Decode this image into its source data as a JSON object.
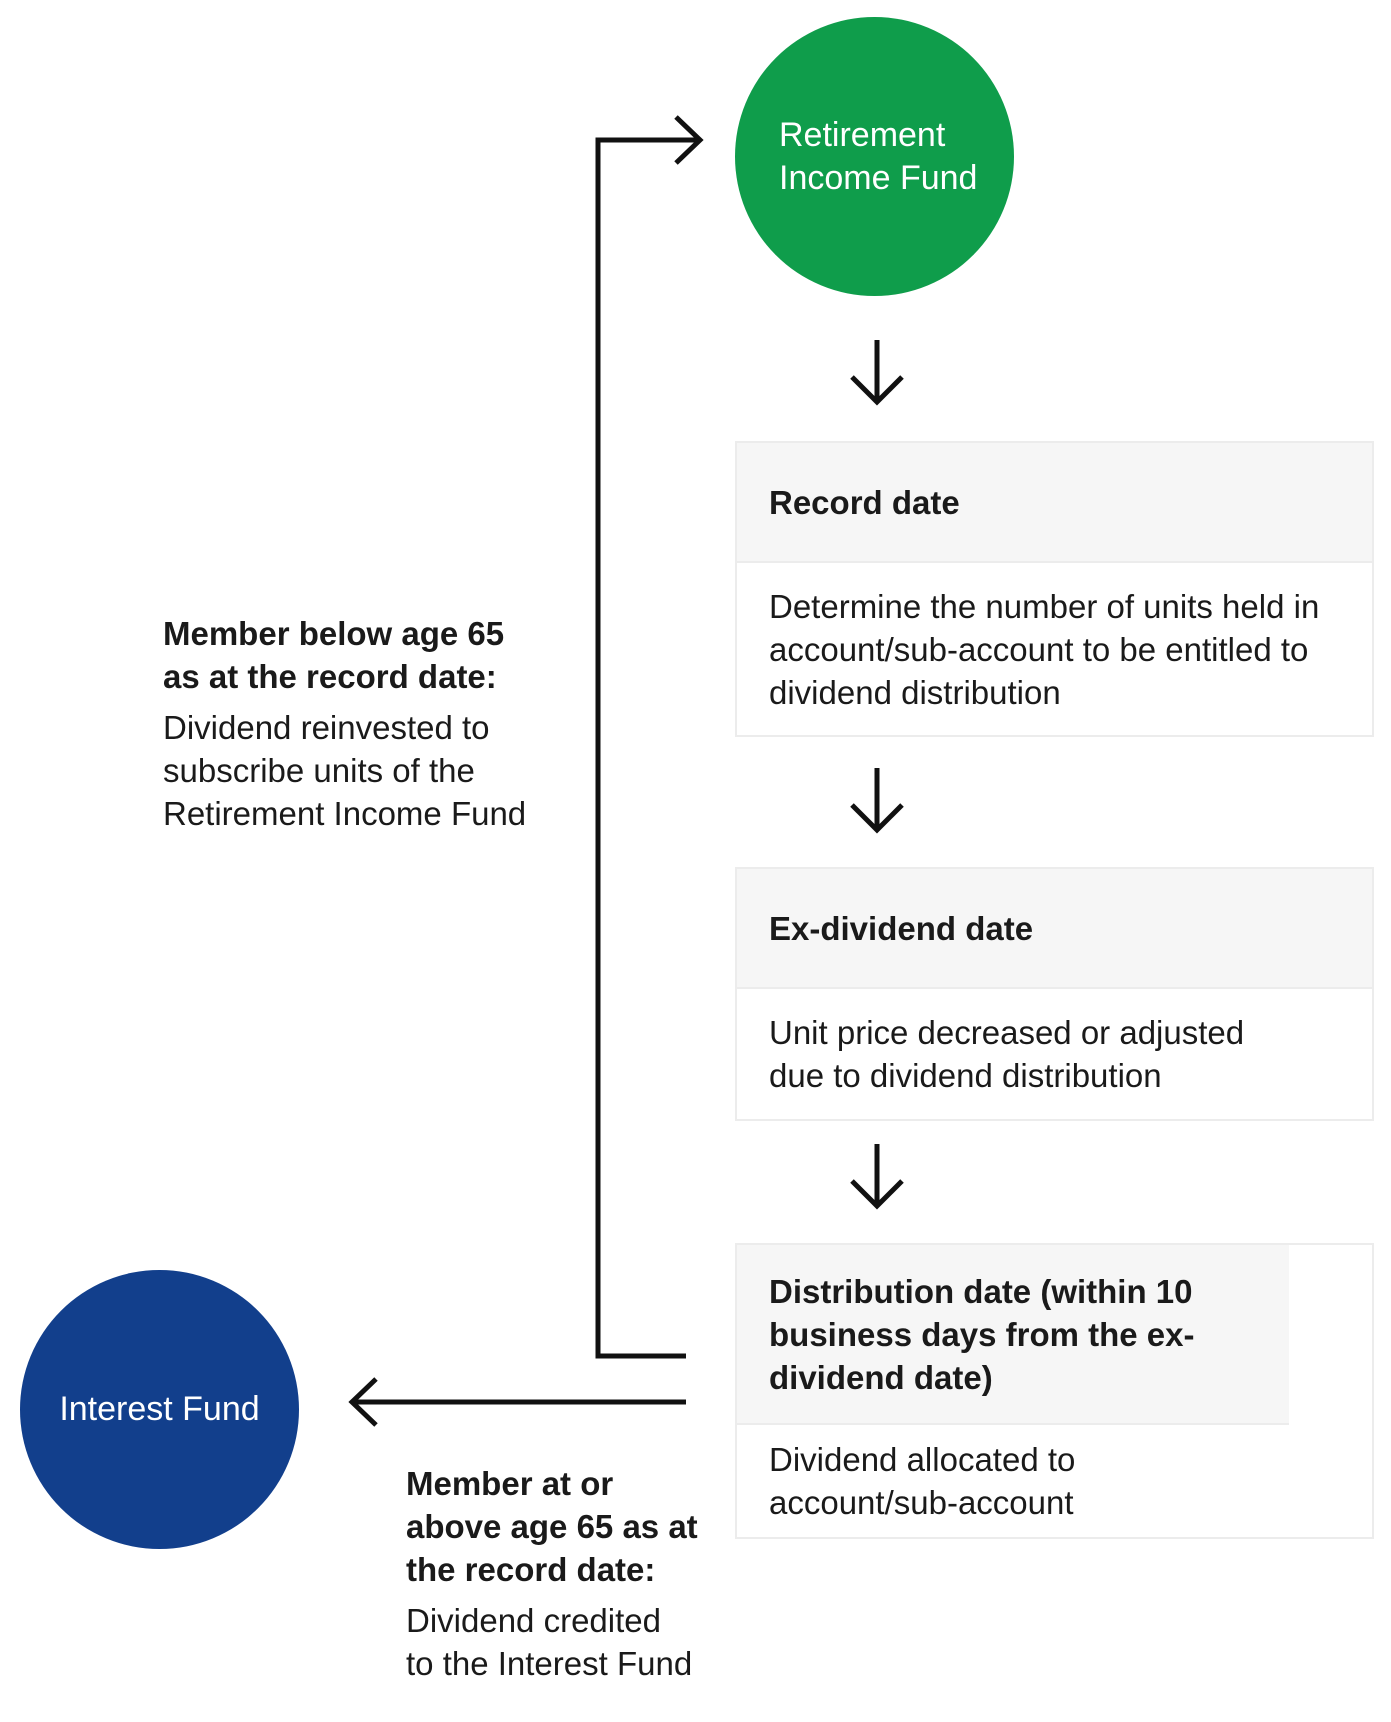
{
  "retirement_income_fund": {
    "label": "Retirement Income Fund",
    "color": "#0f9d4b"
  },
  "interest_fund": {
    "label": "Interest Fund",
    "color": "#123f8c"
  },
  "steps": [
    {
      "title": "Record date",
      "description": "Determine the number of units held in account/sub-account to be entitled to dividend distribution"
    },
    {
      "title": "Ex-dividend date",
      "description": "Unit price decreased or adjusted due to dividend distribution"
    },
    {
      "title": "Distribution date (within 10 business days from the ex-dividend date)",
      "description": "Dividend allocated to account/sub-account"
    }
  ],
  "notes": {
    "below_65": {
      "heading": "Member below age 65 as at the record date:",
      "text": "Dividend reinvested to subscribe units of the Retirement Income Fund"
    },
    "at_or_above_65": {
      "heading": "Member at or above age 65 as at the record date:",
      "text": "Dividend credited to the Interest Fund"
    }
  }
}
